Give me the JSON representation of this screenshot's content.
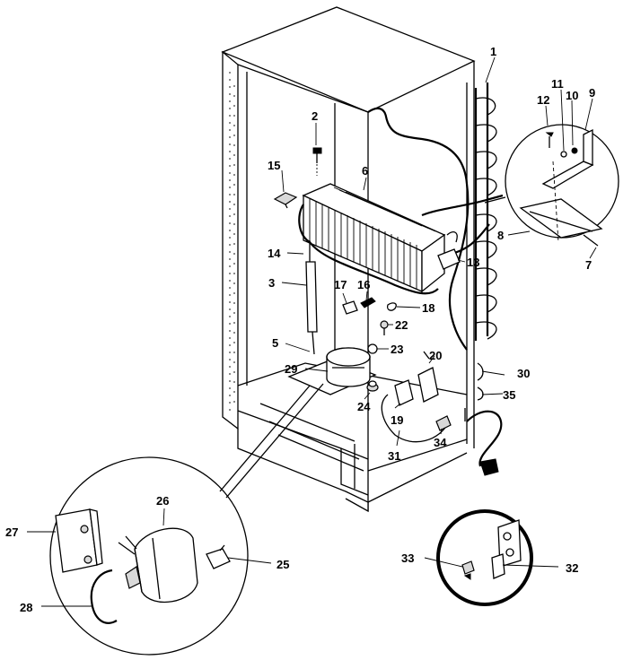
{
  "diagram": {
    "callouts": [
      {
        "id": "c1",
        "label": "1"
      },
      {
        "id": "c2",
        "label": "2"
      },
      {
        "id": "c3",
        "label": "3"
      },
      {
        "id": "c5",
        "label": "5"
      },
      {
        "id": "c6",
        "label": "6"
      },
      {
        "id": "c7",
        "label": "7"
      },
      {
        "id": "c8",
        "label": "8"
      },
      {
        "id": "c9",
        "label": "9"
      },
      {
        "id": "c10",
        "label": "10"
      },
      {
        "id": "c11",
        "label": "11"
      },
      {
        "id": "c12",
        "label": "12"
      },
      {
        "id": "c13",
        "label": "13"
      },
      {
        "id": "c14",
        "label": "14"
      },
      {
        "id": "c15",
        "label": "15"
      },
      {
        "id": "c16",
        "label": "16"
      },
      {
        "id": "c17",
        "label": "17"
      },
      {
        "id": "c18",
        "label": "18"
      },
      {
        "id": "c19",
        "label": "19"
      },
      {
        "id": "c20",
        "label": "20"
      },
      {
        "id": "c22",
        "label": "22"
      },
      {
        "id": "c23",
        "label": "23"
      },
      {
        "id": "c24",
        "label": "24"
      },
      {
        "id": "c25",
        "label": "25"
      },
      {
        "id": "c26",
        "label": "26"
      },
      {
        "id": "c27",
        "label": "27"
      },
      {
        "id": "c28",
        "label": "28"
      },
      {
        "id": "c29",
        "label": "29"
      },
      {
        "id": "c30",
        "label": "30"
      },
      {
        "id": "c31",
        "label": "31"
      },
      {
        "id": "c32",
        "label": "32"
      },
      {
        "id": "c33",
        "label": "33"
      },
      {
        "id": "c34",
        "label": "34"
      },
      {
        "id": "c35",
        "label": "35"
      }
    ]
  }
}
